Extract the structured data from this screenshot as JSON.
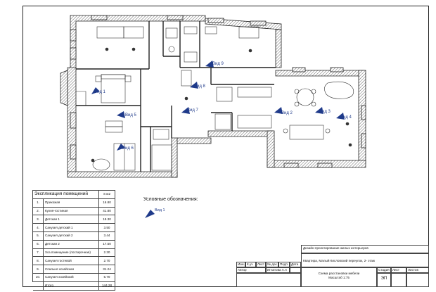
{
  "views": [
    {
      "id": "v1",
      "label": "Вид 1"
    },
    {
      "id": "v2",
      "label": "Вид 2"
    },
    {
      "id": "v3",
      "label": "Вид 3"
    },
    {
      "id": "v4",
      "label": "Вид 4"
    },
    {
      "id": "v5",
      "label": "Вид 5"
    },
    {
      "id": "v6",
      "label": "Вид 6"
    },
    {
      "id": "v7",
      "label": "Вид 7"
    },
    {
      "id": "v8",
      "label": "Вид 8"
    },
    {
      "id": "v9",
      "label": "Вид 9"
    }
  ],
  "legend": {
    "title": "Экспликация помещений",
    "area_header": "S м2",
    "rows": [
      {
        "n": "1.",
        "name": "Прихожая",
        "area": "16.80"
      },
      {
        "n": "2.",
        "name": "Кухня-гостиная",
        "area": "41.80"
      },
      {
        "n": "3.",
        "name": "Детская 1",
        "area": "19.30"
      },
      {
        "n": "4.",
        "name": "Санузел детский 1",
        "area": "3.50"
      },
      {
        "n": "5.",
        "name": "Санузел детский 2",
        "area": "3.44"
      },
      {
        "n": "6.",
        "name": "Детская 2",
        "area": "17.50"
      },
      {
        "n": "7.",
        "name": "Хоз.помещение (постирочная)",
        "area": "2.30"
      },
      {
        "n": "8.",
        "name": "Санузел гостевой",
        "area": "2.70"
      },
      {
        "n": "9.",
        "name": "Спальня хозяйская",
        "area": "31.24"
      },
      {
        "n": "10.",
        "name": "Санузел хозяйский",
        "area": "5.70"
      }
    ],
    "total_label": "Итого",
    "total_area": "144.28"
  },
  "symbols": {
    "title": "Условные обозначения:",
    "view_label": "Вид 1"
  },
  "title_block": {
    "studio": "Дизайн-проектирование жилых интерьеров",
    "project": "Квартира, Малый Кисловский переулок, 2- этаж",
    "col_izm": "Изм.",
    "col_kuch": "К.уч",
    "col_list": "Лист",
    "col_ndoc": "№ док",
    "col_podp": "Подп.",
    "col_date": "Дата",
    "author_label": "Автор",
    "author_name": "Игнатова А.А",
    "sheet_title": "Схема расстановки мебели",
    "scale": "Масштаб 1:75",
    "stage_label": "Стадия",
    "sheet_label": "Лист",
    "sheets_label": "Листов",
    "stage_value": "ЭП"
  },
  "colors": {
    "wall_hatch": "#444444",
    "view_marker": "#1f3a8a"
  }
}
